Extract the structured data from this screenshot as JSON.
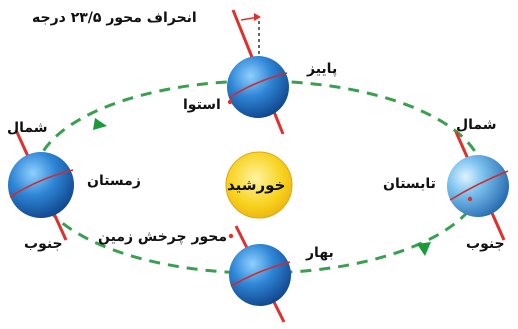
{
  "labels": {
    "tilt": "انحراف محور ۲۳/۵ درجه",
    "sun": "خورشید",
    "autumn": "پاییز",
    "winter": "زمستان",
    "summer": "تابستان",
    "spring": "بهار",
    "equator": "استوا",
    "axis": "محور چرخش زمین",
    "north_left": "شمال",
    "south_left": "جنوب",
    "north_right": "شمال",
    "south_right": "جنوب"
  },
  "colors": {
    "orbit": "#3aa050",
    "arrow": "#1a9a3a",
    "earth": "#1f64b5",
    "equator": "#d42a2a",
    "axis": "#e0302b",
    "sun": "#f4c516"
  }
}
